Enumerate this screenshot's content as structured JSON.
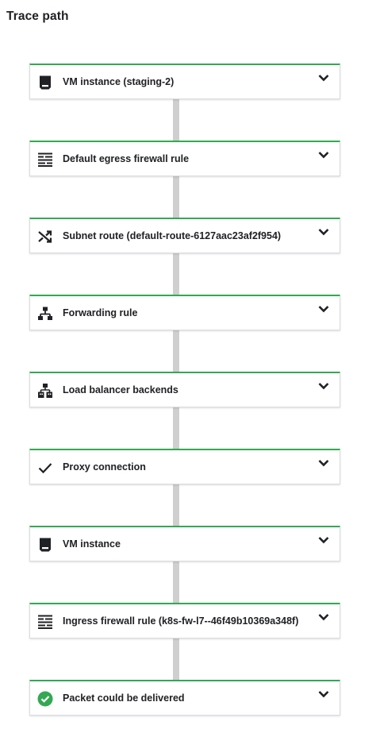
{
  "header": {
    "title": "Trace path"
  },
  "steps": [
    {
      "label": "VM instance (staging-2)",
      "icon": "vm-instance-icon"
    },
    {
      "label": "Default egress firewall rule",
      "icon": "firewall-icon"
    },
    {
      "label": "Subnet route (default-route-6127aac23af2f954)",
      "icon": "route-shuffle-icon"
    },
    {
      "label": "Forwarding rule",
      "icon": "forwarding-rule-icon"
    },
    {
      "label": "Load balancer backends",
      "icon": "load-balancer-icon"
    },
    {
      "label": "Proxy connection",
      "icon": "checkmark-icon"
    },
    {
      "label": "VM instance",
      "icon": "vm-instance-icon"
    },
    {
      "label": "Ingress firewall rule (k8s-fw-l7--46f49b10369a348f)",
      "icon": "firewall-icon"
    },
    {
      "label": "Packet could be delivered",
      "icon": "delivered-check-circle-icon"
    }
  ],
  "colors": {
    "accent_green": "#34a853",
    "connector_gray": "#cfcfcf"
  }
}
